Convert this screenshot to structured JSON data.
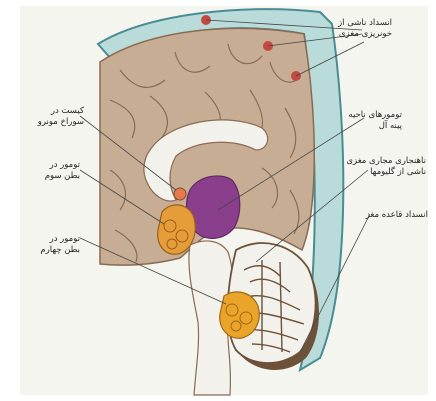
{
  "colors": {
    "background": "#ffffff",
    "panel": "#f4f5ee",
    "skull_rim": "#b9dcda",
    "skull_line": "#4a8c93",
    "brain": "#c8ad95",
    "brain_line": "#8a6a52",
    "cerebellum": "#f2f1ec",
    "cerebellum_folia": "#6d5138",
    "tumor_violet": "#8a3f8c",
    "tumor_orange": "#e59d3a",
    "tumor_yellow": "#eba42a",
    "hematoma": "#c44a3f",
    "leader_line": "#444444"
  },
  "labels": {
    "hemorrhage_line1": "انسداد ناشی از",
    "hemorrhage_line2": "خونریزی مغزی",
    "pineal_line1": "تومورهای ناحیه",
    "pineal_line2": "پینه آل",
    "cyst_line1": "کیست در",
    "cyst_line2": "سوراخ مونرو",
    "third_line1": "تومور در",
    "third_line2": "بطن سوم",
    "malformation_line1": "ناهنجاری مجاری مغزی",
    "malformation_line2": "ناشی از گلیومها",
    "fourth_line1": "تومور در",
    "fourth_line2": "بطن چهارم",
    "base_line1": "انسداد قاعده مغز"
  }
}
